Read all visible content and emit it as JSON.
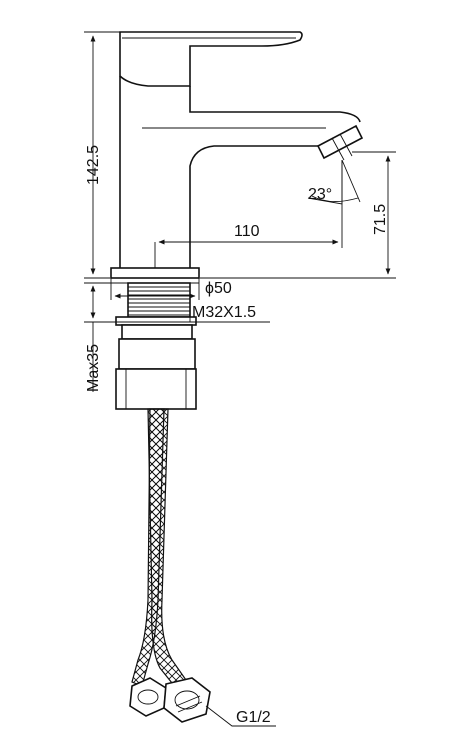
{
  "diagram": {
    "type": "technical drawing",
    "dimensions": {
      "total_height": "142.5",
      "spout_height": "71.5",
      "spout_reach": "110",
      "spout_angle": "23°",
      "base_diameter": "ϕ50",
      "thread": "M32X1.5",
      "max_mount": "Max35",
      "hose_connection": "G1/2"
    },
    "colors": {
      "line": "#111111",
      "background": "#ffffff"
    }
  }
}
